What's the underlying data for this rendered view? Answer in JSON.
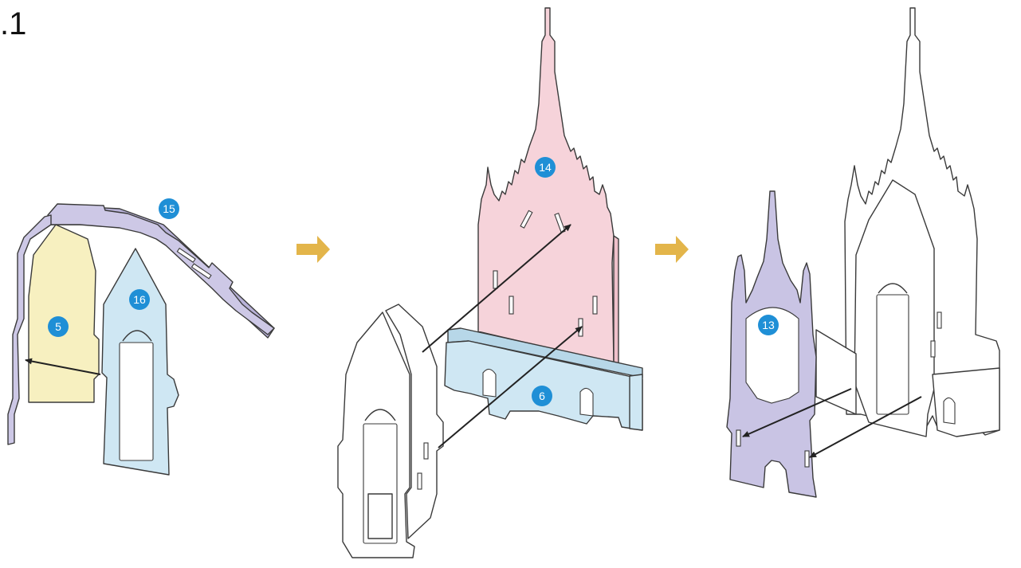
{
  "step_label": ".1",
  "colors": {
    "purple_part": "#cdc8e6",
    "yellow_part": "#f7f0c0",
    "blue_part": "#cfe7f3",
    "pink_part": "#f6d3da",
    "white_part": "#ffffff",
    "badge": "#1f8fd6",
    "arrow_step": "#e3b54a",
    "outline": "#3a3a3a"
  },
  "badges": {
    "b15": "15",
    "b16": "16",
    "b5": "5",
    "b14": "14",
    "b6": "6",
    "b13": "13"
  },
  "icons": {
    "step_arrow": "right-arrow-icon",
    "assembly_arrow": "assembly-arrow-icon"
  }
}
